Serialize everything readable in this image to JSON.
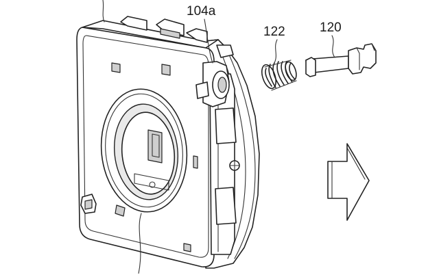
{
  "labels": {
    "part_104a": "104a",
    "part_122": "122",
    "part_120": "120"
  }
}
